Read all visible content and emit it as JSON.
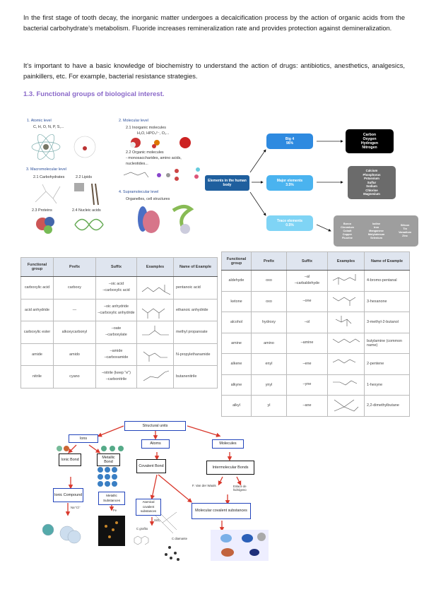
{
  "paragraphs": [
    "In the first stage of tooth decay, the inorganic matter undergoes a decalcification process by the action of organic acids from the bacterial carbohydrate’s metabolism. Fluoride increases remineralization rate and provides protection against demineralization.",
    "It’s important to have a basic knowledge of biochemistry to understand the action of drugs: antibiotics, anesthetics, analgesics, painkillers, etc. For example, bacterial resistance strategies."
  ],
  "section_heading": "1.3. Functional groups of biological interest.",
  "levels": {
    "atomic": "1. Atomic level",
    "atomic_elements": "C, H, O, N, P, S,...",
    "molecular": "2. Molecular level",
    "inorganic": "2.1 Inorganic molecules",
    "inorganic_examples": "H₂O, HPO₄²⁻, O₂...",
    "organic": "2.2 Organic molecules",
    "organic_examples_1": "- monosaccharides, amino acids,",
    "organic_examples_2": "nucleotides...",
    "macromolecular": "3. Macromolecular level",
    "carbohydrates": "2.1 Carbohydrates",
    "lipids": "2.2 Lipids",
    "proteins": "2.3 Proteins",
    "nucleic_acids": "2.4 Nucleic acids",
    "supramolecular": "4. Supramolecular level",
    "supra_examples": "Organelles, cell structures"
  },
  "flowchart": {
    "root": "Elements in the human body",
    "big4": {
      "label": "Big 4",
      "pct": "96%",
      "items": "Carbon\nOxygen\nHydrogen\nNitrogen"
    },
    "major": {
      "label": "Major elements",
      "pct": "3.5%",
      "items": "Calcium\nPhosphorus\nPotassium\nSulfur\nSodium\nChlorine\nMagnesium"
    },
    "trace": {
      "label": "Trace elements",
      "pct": "0.5%",
      "items_1": "Boron\nChromium\nCobalt\nCopper\nFluorine",
      "items_2": "Iodine\nIron\nManganese\nMolybdenum\nSelenium",
      "items_3": "Silicon\nTin\nVanadium\nZinc"
    },
    "colors": {
      "root": "#1f5f9e",
      "big4": "#2e8ae0",
      "major": "#4ab3ef",
      "trace": "#7fd4f5"
    }
  },
  "table_headers": [
    "Functional group",
    "Prefix",
    "Suffix",
    "Examples",
    "Name of Example"
  ],
  "table_left": [
    {
      "group": "carboxylic acid",
      "prefix": "carboxy",
      "suffix": "–oic acid\n–carboxylic acid",
      "name": "pentanoic acid"
    },
    {
      "group": "acid anhydride",
      "prefix": "—",
      "suffix": "–oic anhydride\n–carboxylic anhydride",
      "name": "ethanoic anhydride"
    },
    {
      "group": "carboxylic ester",
      "prefix": "alkoxycarbonyl",
      "suffix": "–oate\n–carboxylate",
      "name": "methyl propanoate"
    },
    {
      "group": "amide",
      "prefix": "amido",
      "suffix": "–amide\n–carboxamide",
      "name": "N-propylethanamide"
    },
    {
      "group": "nitrile",
      "prefix": "cyano",
      "suffix": "–nitrile (keep \"e\")\n–carbonitrile",
      "name": "butanenitrile"
    }
  ],
  "table_right": [
    {
      "group": "aldehyde",
      "prefix": "oxo",
      "suffix": "–al\n–carbaldehyde",
      "name": "4-bromo-pentanal"
    },
    {
      "group": "ketone",
      "prefix": "oxo",
      "suffix": "–one",
      "name": "3-hexanone"
    },
    {
      "group": "alcohol",
      "prefix": "hydroxy",
      "suffix": "–ol",
      "name": "3-methyl-2-butanol"
    },
    {
      "group": "amine",
      "prefix": "amino",
      "suffix": "–amine",
      "name": "butylamine (common name)"
    },
    {
      "group": "alkene",
      "prefix": "enyl",
      "suffix": "–ene",
      "name": "2-pentene"
    },
    {
      "group": "alkyne",
      "prefix": "ynyl",
      "suffix": "–yne",
      "name": "1-hexyne"
    },
    {
      "group": "alkyl",
      "prefix": "yl",
      "suffix": "–ane",
      "name": "2,2-dimethylbutane"
    }
  ],
  "concept_map": {
    "root": "Structural units",
    "ions": "Ions",
    "atoms": "Atoms",
    "molecules": "Molecules",
    "ionic_bond": "Ionic Bond",
    "metallic_bond": "Metallic Bond",
    "covalent_bond": "Covalent Bond",
    "intermolecular": "Intermolecular Bonds",
    "ionic_compound": "Ionic Compound",
    "metallic_substances": "Metallic Substances",
    "atomic_covalent": "Atomical covalent substances",
    "molecular_covalent": "Molecular covalent substances",
    "van_der_waals": "F. Van der Waals",
    "hydrogen": "Enlace de hidrógeno",
    "nacl": "Na⁺Cl⁻",
    "fe": "Fe",
    "sio2": "SiO₂",
    "graphite": "C grafito",
    "diamond": "C diamante",
    "colors": {
      "box_border": "#2244bb",
      "arrow": "#d9382c"
    }
  }
}
